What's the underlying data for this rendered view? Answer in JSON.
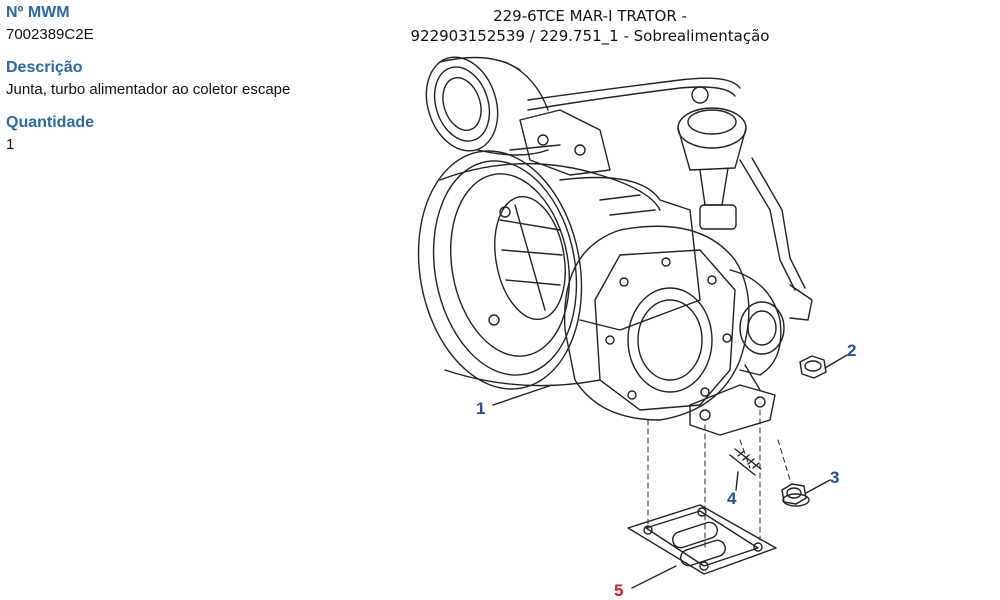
{
  "part_info": {
    "number_label": "Nº MWM",
    "number_value": "7002389C2E",
    "description_label": "Descrição",
    "description_value": "Junta, turbo alimentador ao coletor escape",
    "quantity_label": "Quantidade",
    "quantity_value": "1"
  },
  "diagram": {
    "title_line1": "229-6TCE MAR-I TRATOR -",
    "title_line2": "922903152539  /  229.751_1 - Sobrealimentação",
    "callouts": [
      {
        "id": "1",
        "label": "1",
        "color": "#1f4e9a"
      },
      {
        "id": "2",
        "label": "2",
        "color": "#1f4e9a"
      },
      {
        "id": "3",
        "label": "3",
        "color": "#1f4e9a"
      },
      {
        "id": "4",
        "label": "4",
        "color": "#1f4e9a"
      },
      {
        "id": "5",
        "label": "5",
        "color": "#d0202a"
      }
    ]
  }
}
